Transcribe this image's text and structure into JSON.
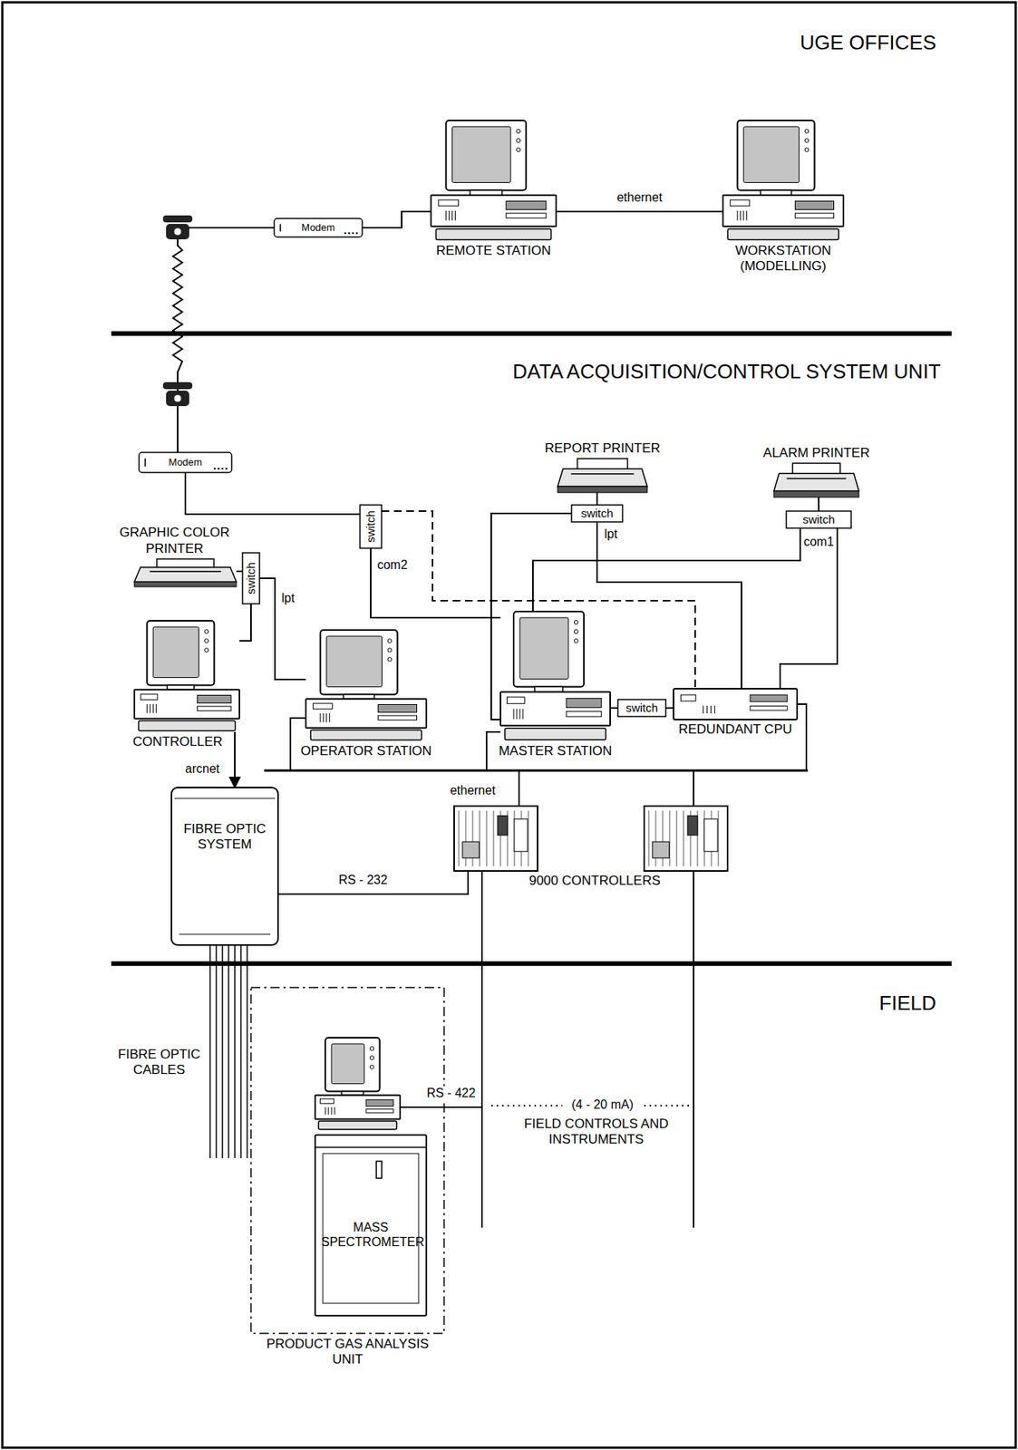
{
  "diagram": {
    "nodes": [
      {
        "text": [
          "Modem"
        ]
      },
      {
        "text": [
          "REMOTE STATION"
        ]
      },
      {
        "text": [
          "WORKSTATION (MODELLING)"
        ]
      },
      {
        "text": [
          "Modem"
        ]
      },
      {
        "text": [
          "REPORT PRINTER"
        ]
      },
      {
        "text": [
          "ALARM PRINTER"
        ]
      },
      {
        "text": [
          "switch"
        ]
      },
      {
        "text": [
          "switch"
        ]
      },
      {
        "text": [
          "switch"
        ]
      },
      {
        "text": [
          "GRAPHIC COLOR PRINTER"
        ]
      },
      {
        "text": [
          "switch"
        ]
      },
      {
        "text": [
          "CONTROLLER"
        ]
      },
      {
        "text": [
          "OPERATOR STATION"
        ]
      },
      {
        "text": [
          "MASTER STATION"
        ]
      },
      {
        "text": [
          "switch"
        ]
      },
      {
        "text": [
          "REDUNDANT CPU"
        ]
      },
      {
        "text": [
          "FIBRE OPTIC SYSTEM"
        ]
      },
      {
        "text": [
          "9000 CONTROLLERS"
        ]
      },
      {
        "text": [
          "PRODUCT GAS ANALYSIS UNIT"
        ]
      },
      {
        "text": [
          "MASS SPECTROMETER"
        ],
        "in": 18
      }
    ],
    "edges": [
      {
        "from": 0,
        "to": 3,
        "arrow": "none"
      },
      {
        "from": 0,
        "to": 1,
        "arrow": "none"
      },
      {
        "from": 1,
        "to": 2,
        "label": "ethernet",
        "arrow": "none"
      },
      {
        "from": 3,
        "to": 6,
        "arrow": "none"
      },
      {
        "from": 6,
        "to": 13,
        "label": "com2",
        "arrow": "none"
      },
      {
        "from": 6,
        "to": 15,
        "arrow": "none"
      },
      {
        "from": 7,
        "to": 4,
        "arrow": "none"
      },
      {
        "from": 7,
        "to": 13,
        "arrow": "none"
      },
      {
        "from": 7,
        "to": 15,
        "label": "lpt",
        "arrow": "none"
      },
      {
        "from": 8,
        "to": 5,
        "arrow": "none"
      },
      {
        "from": 8,
        "to": 13,
        "label": "com1",
        "arrow": "none"
      },
      {
        "from": 8,
        "to": 15,
        "arrow": "none"
      },
      {
        "from": 10,
        "to": 9,
        "arrow": "none"
      },
      {
        "from": 10,
        "to": 12,
        "label": "lpt",
        "arrow": "none"
      },
      {
        "from": 10,
        "to": 11,
        "arrow": "none"
      },
      {
        "from": 11,
        "to": 16,
        "label": "arcnet",
        "arrow": "to"
      },
      {
        "from": 16,
        "to": 17,
        "label": "RS - 232",
        "arrow": "none"
      },
      {
        "from": 12,
        "to": 17,
        "arrow": "none"
      },
      {
        "from": 13,
        "to": 17,
        "label": "ethernet",
        "arrow": "none"
      },
      {
        "from": 15,
        "to": 17,
        "arrow": "none"
      },
      {
        "from": 13,
        "to": 14,
        "arrow": "none"
      },
      {
        "from": 14,
        "to": 15,
        "arrow": "none"
      },
      {
        "from": 19,
        "to": 17,
        "label": "RS - 422",
        "arrow": "none"
      }
    ],
    "labels": [
      "UGE OFFICES",
      "DATA ACQUISITION/CONTROL SYSTEM UNIT",
      "FIELD",
      "FIBRE OPTIC CABLES",
      "(4 - 20 mA)",
      "FIELD CONTROLS AND INSTRUMENTS"
    ]
  }
}
